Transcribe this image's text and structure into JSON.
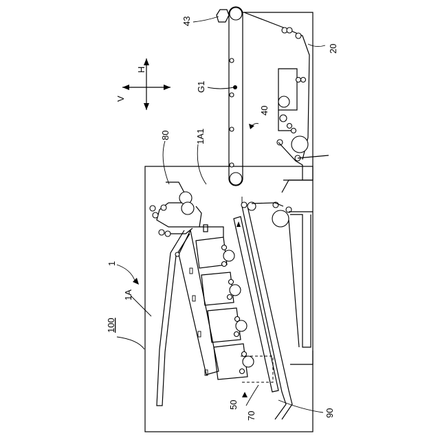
{
  "labels": {
    "l43": "43",
    "l20": "20",
    "lH": "H",
    "lV": "V",
    "lG1": "G1",
    "l40": "40",
    "l80": "80",
    "l1A1": "1A1",
    "l1": "1",
    "l1A": "1A",
    "l100": "100",
    "l50": "50",
    "l70": "70",
    "l90": "90"
  }
}
